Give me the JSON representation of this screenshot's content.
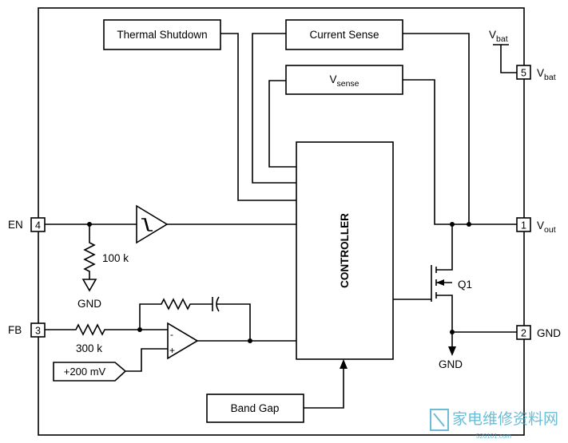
{
  "blocks": {
    "thermal_shutdown": "Thermal Shutdown",
    "current_sense": "Current Sense",
    "vsense_main": "V",
    "vsense_sub": "sense",
    "controller": "CONTROLLER",
    "band_gap": "Band Gap",
    "ref_voltage": "+200 mV"
  },
  "pins": [
    {
      "number": "4",
      "label": "EN"
    },
    {
      "number": "3",
      "label": "FB"
    },
    {
      "number": "5",
      "label_main": "V",
      "label_sub": "bat"
    },
    {
      "number": "1",
      "label_main": "V",
      "label_sub": "out"
    },
    {
      "number": "2",
      "label": "GND"
    }
  ],
  "supply": {
    "main": "V",
    "sub": "bat"
  },
  "components": {
    "pulldown_resistor": "100 k",
    "fb_resistor": "300 k",
    "transistor": "Q1",
    "gnd_en": "GND",
    "gnd_q1": "GND",
    "opamp_minus": "-",
    "opamp_plus": "+"
  },
  "watermark": {
    "text": "家电维修资料网",
    "url": "520101.com"
  },
  "colors": {
    "ink": "#000000",
    "watermark": "#3aa6c8"
  }
}
